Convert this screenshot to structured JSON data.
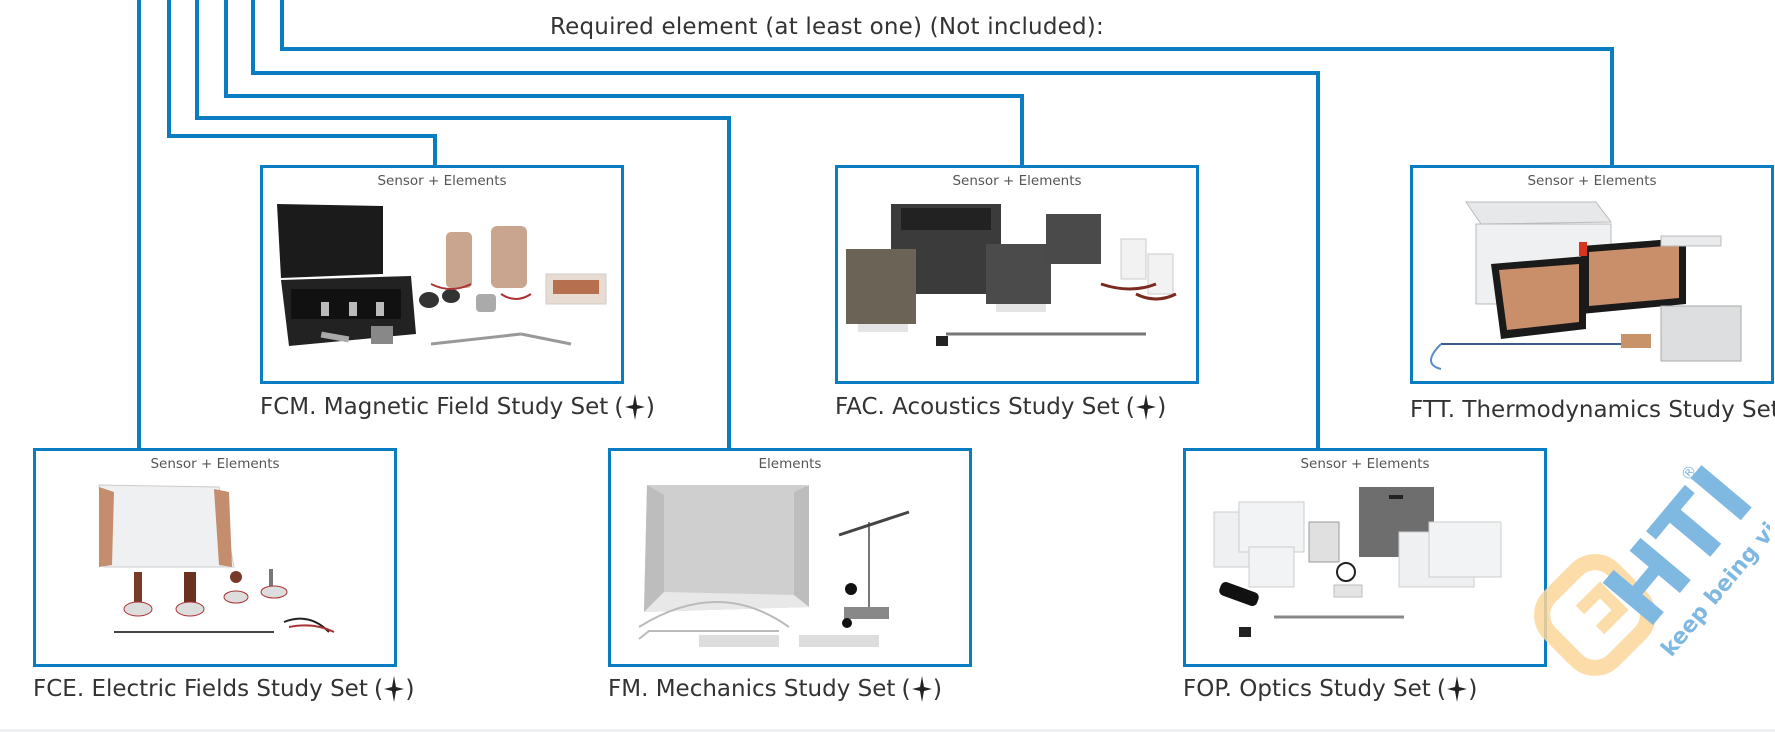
{
  "header": {
    "required_label": "Required element (at least one) (Not included):"
  },
  "colors": {
    "connector_blue": "#0a7cc2",
    "logo_blue": "#7fb9e2",
    "logo_orange": "#fcd79b"
  },
  "sets": [
    {
      "id": "fcm",
      "caption": "Sensor + Elements",
      "name": "FCM. Magnetic Field Study Set",
      "marker": "star-icon",
      "marker_open": "(",
      "marker_close": ")"
    },
    {
      "id": "fac",
      "caption": "Sensor + Elements",
      "name": "FAC. Acoustics Study Set",
      "marker": "star-icon",
      "marker_open": "(",
      "marker_close": ")"
    },
    {
      "id": "ftt",
      "caption": "Sensor + Elements",
      "name": "FTT. Thermodynamics Study Set"
    },
    {
      "id": "fce",
      "caption": "Sensor + Elements",
      "name": "FCE. Electric Fields Study Set",
      "marker": "star-icon",
      "marker_open": "(",
      "marker_close": ")"
    },
    {
      "id": "fm",
      "caption": "Elements",
      "name": "FM. Mechanics Study Set",
      "marker": "star-icon",
      "marker_open": "(",
      "marker_close": ")"
    },
    {
      "id": "fop",
      "caption": "Sensor + Elements",
      "name": "FOP. Optics Study Set",
      "marker": "star-icon",
      "marker_open": "(",
      "marker_close": ")"
    }
  ],
  "logo": {
    "brand": "HTI",
    "registered": "®",
    "tagline": "keep being visionary"
  }
}
